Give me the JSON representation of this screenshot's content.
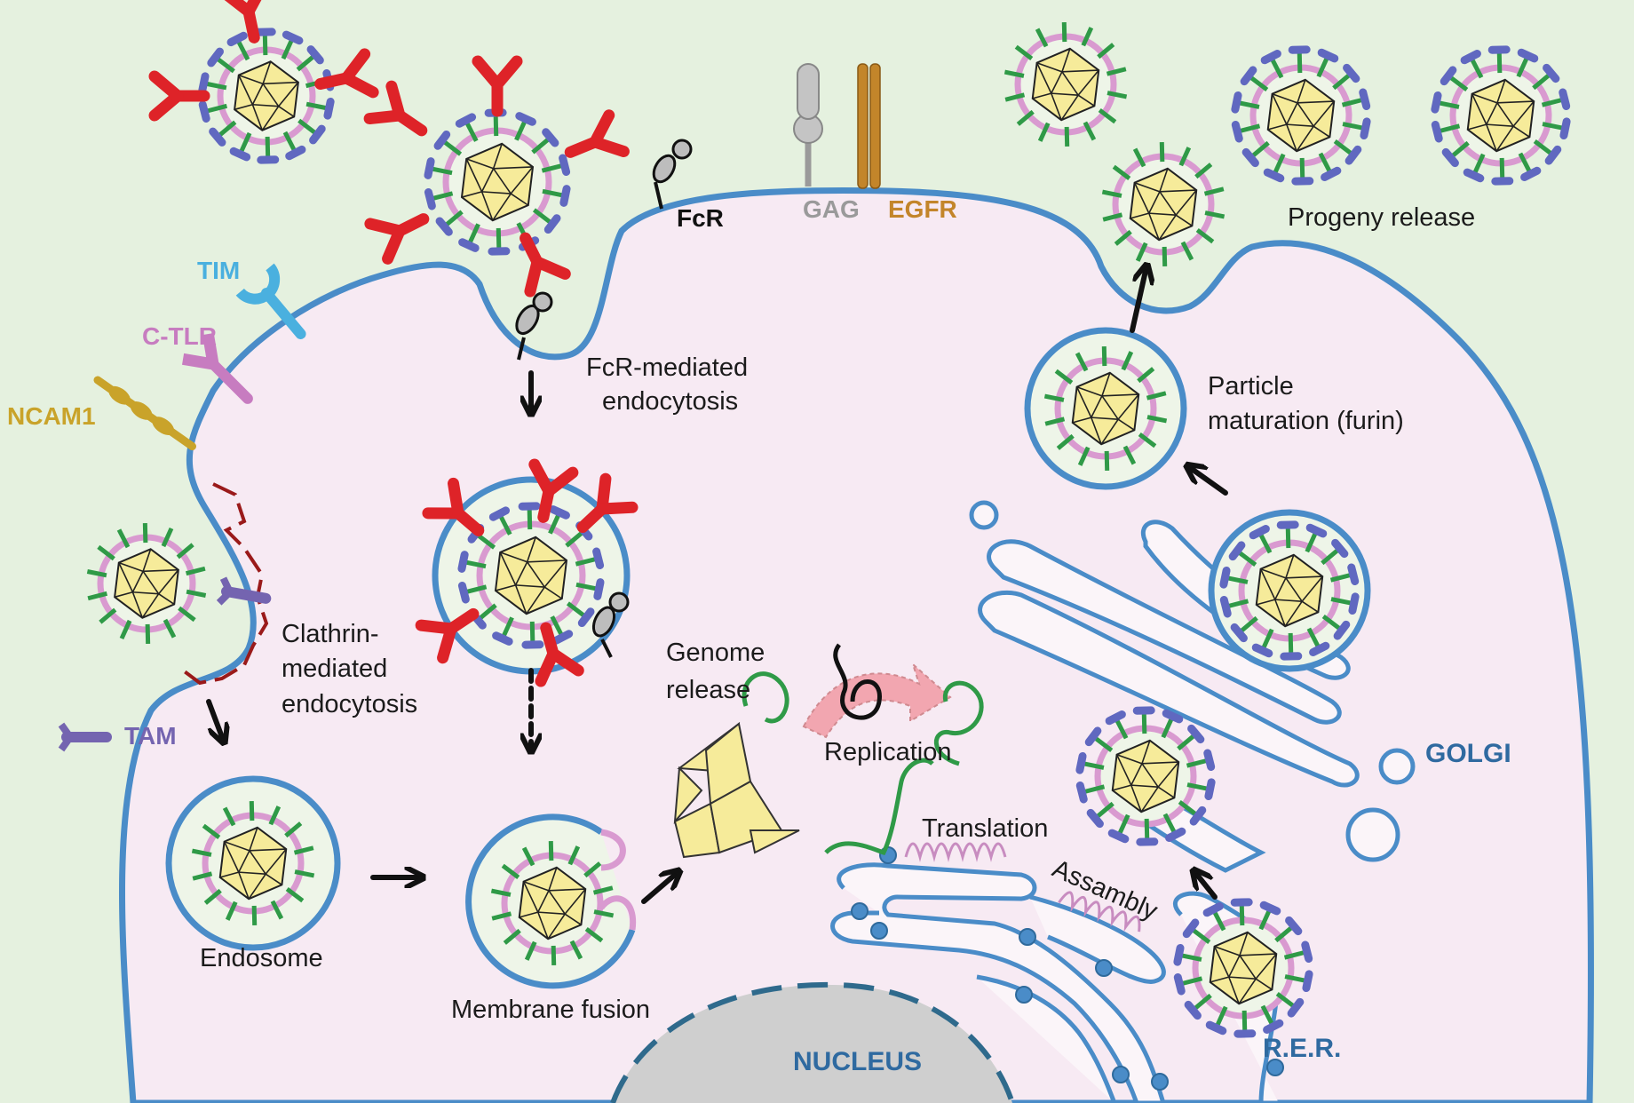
{
  "title": "Viral entry and replication cycle in a host cell",
  "colors": {
    "extracellular": "#e5f1df",
    "cytoplasm": "#f7eaf3",
    "membrane": "#4a8cc8",
    "capsid": "#f6eb9a",
    "envelope": "#d99ad0",
    "spike_green": "#2f9a47",
    "spike_blue": "#6068c0",
    "antibody": "#de2328",
    "nucleus": "#cfcfcf",
    "organelle_label": "#2f6aa0"
  },
  "receptors": {
    "tim": {
      "label": "TIM",
      "color": "#4ab0df"
    },
    "ctlr": {
      "label": "C-TLR",
      "color": "#c77cc0"
    },
    "ncam1": {
      "label": "NCAM1",
      "color": "#c9a32a"
    },
    "tam": {
      "label": "TAM",
      "color": "#7464b0"
    },
    "fcr": {
      "label": "FcR",
      "color": "#111111"
    },
    "gag": {
      "label": "GAG",
      "color": "#9a9a9a"
    },
    "egfr": {
      "label": "EGFR",
      "color": "#c3852a"
    }
  },
  "steps": {
    "fcr_endocytosis": [
      "FcR-mediated",
      "endocytosis"
    ],
    "clathrin_endocytosis": [
      "Clathrin-",
      "mediated",
      "endocytosis"
    ],
    "endosome": "Endosome",
    "membrane_fusion": "Membrane fusion",
    "genome_release": [
      "Genome",
      "release"
    ],
    "replication": "Replication",
    "translation": "Translation",
    "assembly": "Assambly",
    "particle_maturation": [
      "Particle",
      "maturation (furin)"
    ],
    "progeny_release": "Progeny release"
  },
  "organelles": {
    "golgi": "GOLGI",
    "rer": "R.E.R.",
    "nucleus": "NUCLEUS"
  },
  "virions": [
    {
      "id": "free-antibody-1",
      "spikes": "mixed",
      "antibodies": 3
    },
    {
      "id": "free-antibody-2",
      "spikes": "mixed",
      "antibodies": 5
    },
    {
      "id": "clathrin-pit",
      "spikes": "green",
      "antibodies": 0
    },
    {
      "id": "fcr-vesicle",
      "spikes": "mixed",
      "antibodies": 5
    },
    {
      "id": "endosome",
      "spikes": "green",
      "antibodies": 0
    },
    {
      "id": "fusion",
      "spikes": "green",
      "antibodies": 0
    },
    {
      "id": "rer-bud",
      "spikes": "mixed",
      "antibodies": 0
    },
    {
      "id": "golgi-vesicle",
      "spikes": "mixed",
      "antibodies": 0
    },
    {
      "id": "immature-vesicle",
      "spikes": "mixed",
      "antibodies": 0
    },
    {
      "id": "mature-vesicle",
      "spikes": "green",
      "antibodies": 0
    },
    {
      "id": "budding",
      "spikes": "green",
      "antibodies": 0
    },
    {
      "id": "progeny-1",
      "spikes": "green",
      "antibodies": 0
    },
    {
      "id": "progeny-2",
      "spikes": "mixed",
      "antibodies": 0
    },
    {
      "id": "progeny-3",
      "spikes": "mixed",
      "antibodies": 0
    }
  ]
}
